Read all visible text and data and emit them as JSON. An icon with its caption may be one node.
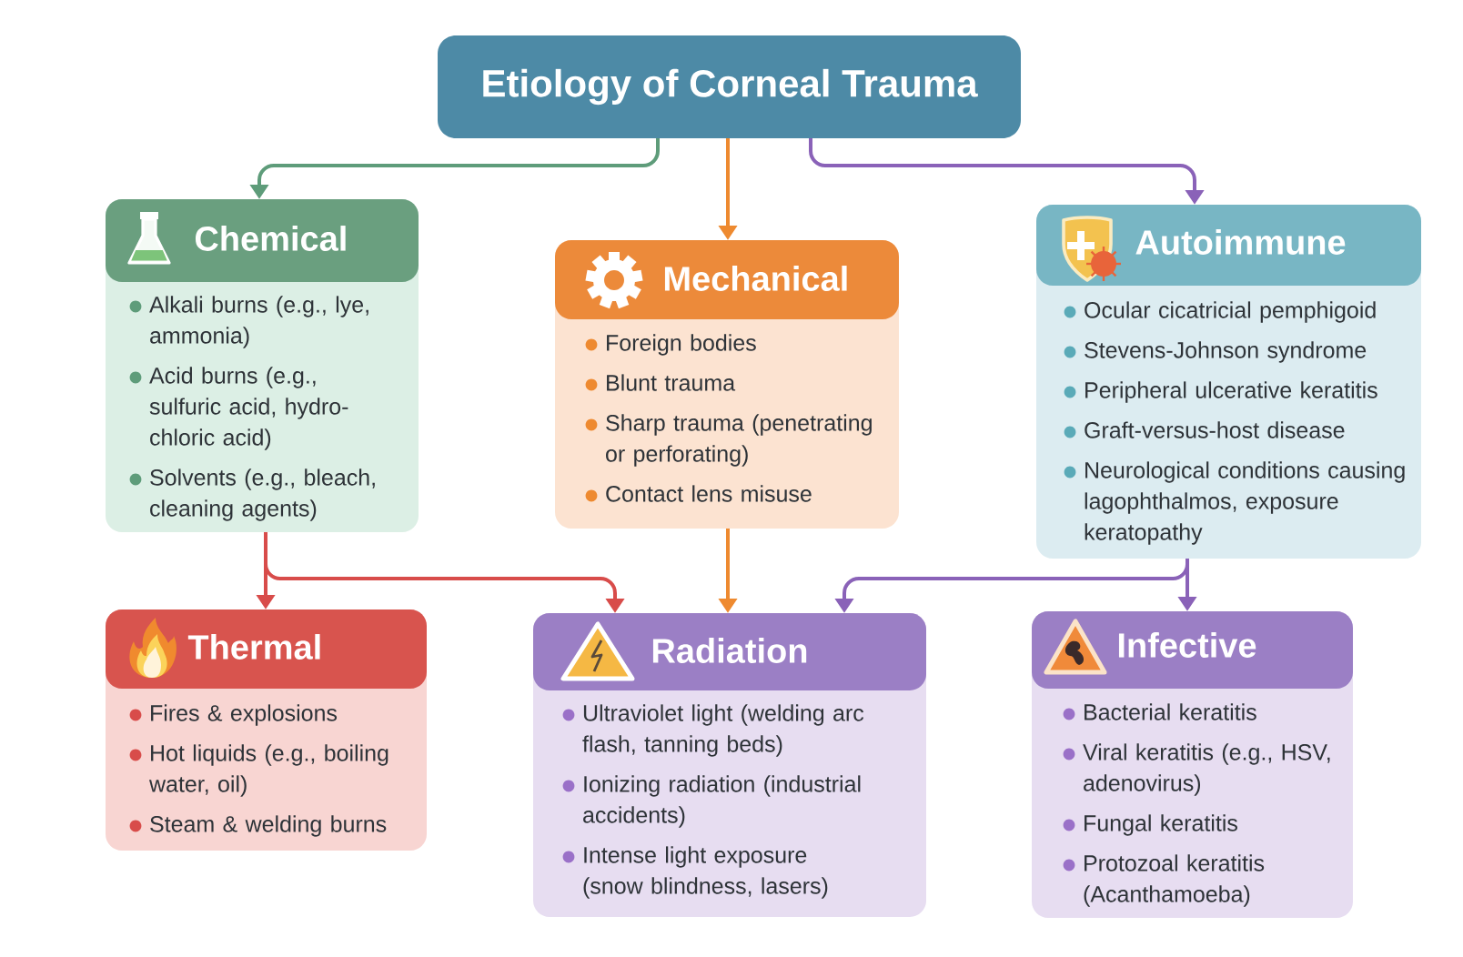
{
  "diagram": {
    "nodes": [
      {
        "text": [
          "Etiology of Corneal Trauma"
        ]
      },
      {
        "text": [
          "Chemical",
          "Alkali burns (e.g., lye, ammonia)",
          "Acid burns (e.g., sulfuric acid, hydro- chloric acid)",
          "Solvents (e.g., bleach, cleaning agents)"
        ]
      },
      {
        "text": [
          "Mechanical",
          "Foreign bodies",
          "Blunt trauma",
          "Sharp trauma (penetrating or perforating)",
          "Contact lens misuse"
        ]
      },
      {
        "text": [
          "Autoimmune",
          "Ocular cicatricial pemphigoid",
          "Stevens-Johnson syndrome",
          "Peripheral ulcerative keratitis",
          "Graft-versus-host disease",
          "Neurological conditions causing lagophthalmos, exposure keratopathy"
        ]
      },
      {
        "text": [
          "Thermal",
          "Fires & explosions",
          "Hot liquids (e.g., boiling water, oil)",
          "Steam & welding burns"
        ]
      },
      {
        "text": [
          "Radiation",
          "Ultraviolet light (welding arc flash, tanning beds)",
          "Ionizing radiation (industrial accidents)",
          "Intense light exposure (snow blindness, lasers)"
        ]
      },
      {
        "text": [
          "Infective",
          "Bacterial keratitis",
          "Viral keratitis (e.g., HSV, adenovirus)",
          "Fungal keratitis",
          "Protozoal keratitis (Acanthamoeba)"
        ]
      }
    ],
    "edges": [
      {
        "from": 0,
        "to": 1,
        "arrow": "to",
        "color": "#5e9c7a"
      },
      {
        "from": 0,
        "to": 2,
        "arrow": "to",
        "color": "#ee8a30"
      },
      {
        "from": 0,
        "to": 3,
        "arrow": "to"
      },
      {
        "from": 1,
        "to": 4,
        "arrow": "to",
        "color": "#d84c4a"
      },
      {
        "from": 1,
        "to": 5,
        "arrow": "to",
        "color": "#d84c4a"
      },
      {
        "from": 2,
        "to": 5,
        "arrow": "to",
        "color": "#ee8a30"
      },
      {
        "from": 3,
        "to": 5,
        "arrow": "to"
      },
      {
        "from": 3,
        "to": 6,
        "arrow": "to"
      }
    ]
  }
}
